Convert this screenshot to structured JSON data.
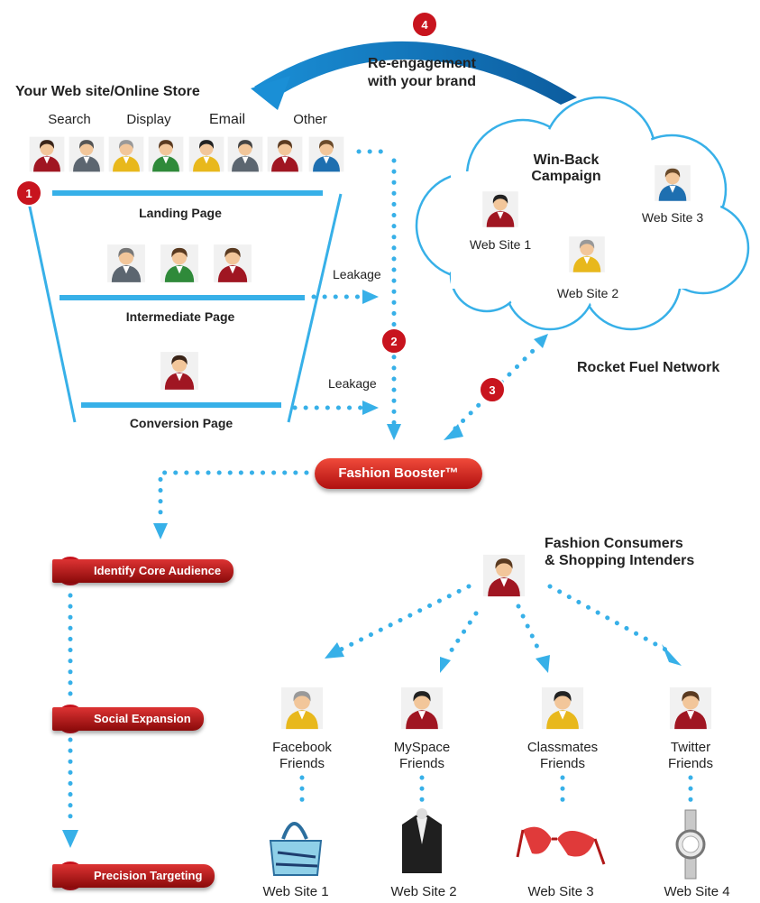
{
  "header": {
    "store_title": "Your Web site/Online Store",
    "reengage": [
      "Re-engagement",
      "with your brand"
    ]
  },
  "channels": [
    "Search",
    "Display",
    "Email",
    "Other"
  ],
  "funnel": {
    "landing": "Landing Page",
    "intermediate": "Intermediate Page",
    "conversion": "Conversion Page",
    "leakage": "Leakage"
  },
  "cloud": {
    "campaign": [
      "Win-Back",
      "Campaign"
    ],
    "sites": [
      "Web Site 1",
      "Web Site 2",
      "Web Site 3"
    ],
    "network": "Rocket Fuel Network"
  },
  "badges": [
    "1",
    "2",
    "3",
    "4"
  ],
  "booster": "Fashion Booster™",
  "steps": [
    "Identify Core Audience",
    "Social Expansion",
    "Precision Targeting"
  ],
  "consumers": [
    "Fashion Consumers",
    "& Shopping Intenders"
  ],
  "friends": [
    {
      "line1": "Facebook",
      "line2": "Friends",
      "site": "Web Site 1",
      "product": "handbag-icon"
    },
    {
      "line1": "MySpace",
      "line2": "Friends",
      "site": "Web Site 2",
      "product": "jacket-icon"
    },
    {
      "line1": "Classmates",
      "line2": "Friends",
      "site": "Web Site 3",
      "product": "sunglasses-icon"
    },
    {
      "line1": "Twitter",
      "line2": "Friends",
      "site": "Web Site 4",
      "product": "wristwatch-icon"
    }
  ],
  "colors": {
    "accent": "#37b0e8",
    "arrow": "#1a8fd6",
    "badge": "#c8141e",
    "shirt_red": "#a01622",
    "shirt_green": "#2f8a3a",
    "shirt_yellow": "#e8b81c",
    "shirt_blue": "#1e6fb0",
    "shirt_gray": "#5c6670"
  }
}
